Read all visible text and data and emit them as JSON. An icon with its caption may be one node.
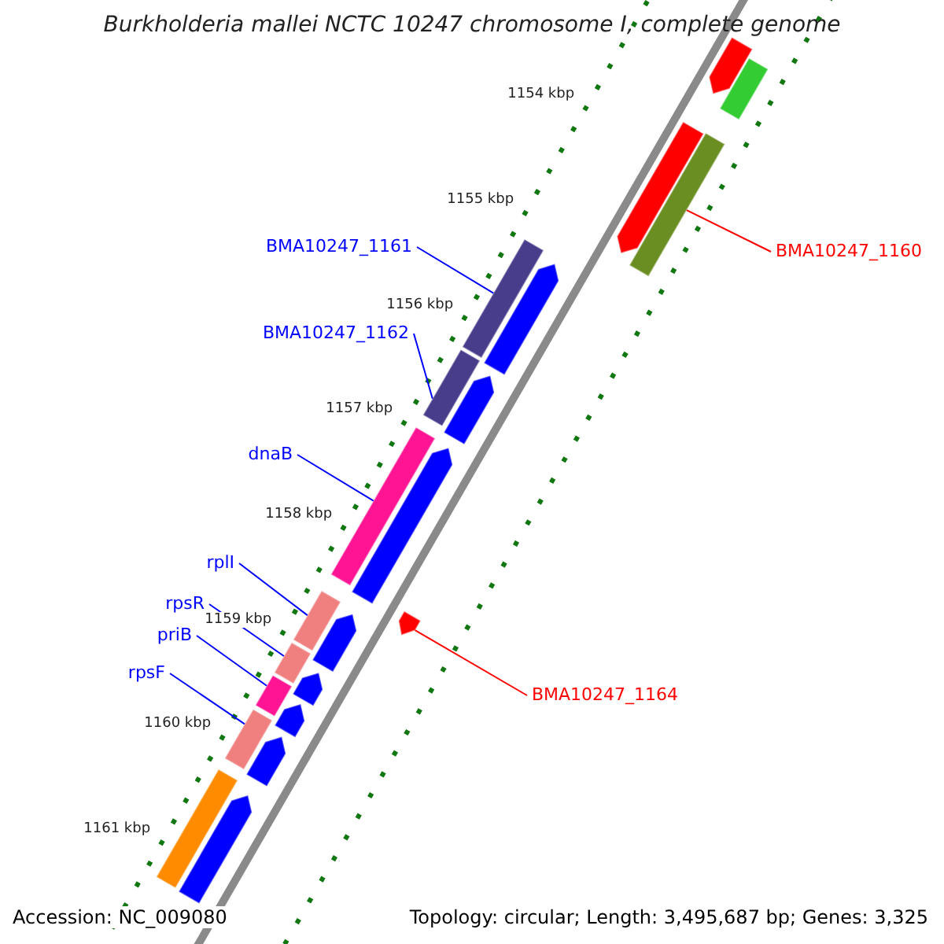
{
  "diagram": {
    "title": "Burkholderia mallei NCTC 10247 chromosome I, complete genome",
    "nodes": [
      {
        "text": [
          "BMA10247_1160"
        ]
      },
      {
        "text": [
          "BMA10247_1161"
        ]
      },
      {
        "text": [
          "BMA10247_1162"
        ]
      },
      {
        "text": [
          "dnaB"
        ]
      },
      {
        "text": [
          "rplI"
        ]
      },
      {
        "text": [
          "rpsR"
        ]
      },
      {
        "text": [
          "priB"
        ]
      },
      {
        "text": [
          "rpsF"
        ]
      },
      {
        "text": [
          "BMA10247_1164"
        ]
      },
      {
        "text": [],
        "shape": "pentagon"
      },
      {
        "text": [],
        "shape": "bar"
      },
      {
        "text": [],
        "shape": "pentagon"
      },
      {
        "text": [],
        "shape": "bar"
      },
      {
        "text": [],
        "shape": "bar"
      },
      {
        "text": [],
        "shape": "pentagon"
      },
      {
        "text": [],
        "shape": "bar"
      },
      {
        "text": [],
        "shape": "pentagon"
      },
      {
        "text": [],
        "shape": "bar"
      },
      {
        "text": [],
        "shape": "pentagon"
      },
      {
        "text": [],
        "shape": "pentagon"
      },
      {
        "text": [],
        "shape": "bar"
      },
      {
        "text": [],
        "shape": "pentagon"
      },
      {
        "text": [],
        "shape": "bar"
      },
      {
        "text": [],
        "shape": "pentagon"
      },
      {
        "text": [],
        "shape": "bar"
      },
      {
        "text": [],
        "shape": "pentagon"
      },
      {
        "text": [],
        "shape": "bar"
      },
      {
        "text": [],
        "shape": "pentagon"
      },
      {
        "text": [],
        "shape": "bar"
      },
      {
        "text": [],
        "shape": "pentagon"
      }
    ],
    "edges": [
      {
        "from": 0,
        "to": 12,
        "arrow": "none",
        "color": "#ff0000"
      },
      {
        "from": 1,
        "to": 13,
        "arrow": "none"
      },
      {
        "from": 2,
        "to": 15,
        "arrow": "none"
      },
      {
        "from": 3,
        "to": 17,
        "arrow": "none"
      },
      {
        "from": 4,
        "to": 20,
        "arrow": "none"
      },
      {
        "from": 5,
        "to": 22,
        "arrow": "none"
      },
      {
        "from": 6,
        "to": 24,
        "arrow": "none"
      },
      {
        "from": 7,
        "to": 26,
        "arrow": "none"
      },
      {
        "from": 8,
        "to": 19,
        "arrow": "none",
        "color": "#ff0000"
      }
    ],
    "labels": [
      "1154 kbp",
      "1155 kbp",
      "1156 kbp",
      "1157 kbp",
      "1158 kbp",
      "1159 kbp",
      "1160 kbp",
      "1161 kbp",
      "Accession: NC_009080",
      "Topology: circular; Length: 3,495,687 bp; Genes: 3,325"
    ]
  }
}
